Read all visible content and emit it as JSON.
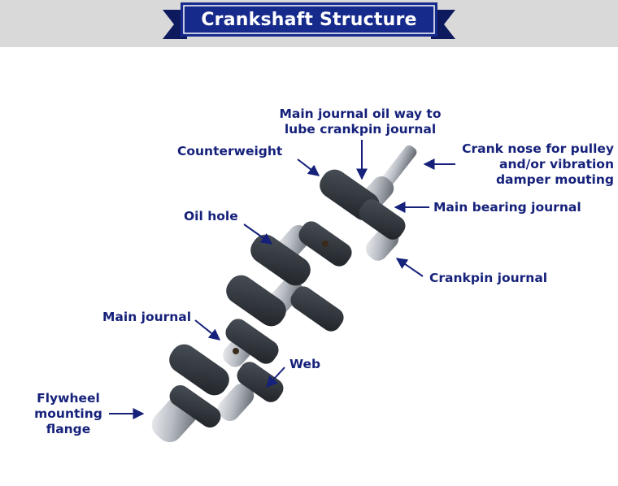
{
  "header": {
    "title": "Crankshaft Structure"
  },
  "labels": {
    "oil_way": "Main journal oil way to\nlube crankpin journal",
    "counterweight": "Counterweight",
    "crank_nose": "Crank nose for pulley\nand/or vibration\ndamper mouting",
    "main_bearing_journal": "Main bearing journal",
    "oil_hole": "Oil hole",
    "crankpin_journal": "Crankpin journal",
    "main_journal": "Main journal",
    "web": "Web",
    "flywheel": "Flywheel\nmounting\nflange"
  },
  "colors": {
    "banner": "#162a8c",
    "banner_dark": "#0d1a5e",
    "label": "#15217a",
    "arrow": "#15217a",
    "steel_dark": "#2a2f36",
    "steel_light": "#c9ccd2"
  }
}
